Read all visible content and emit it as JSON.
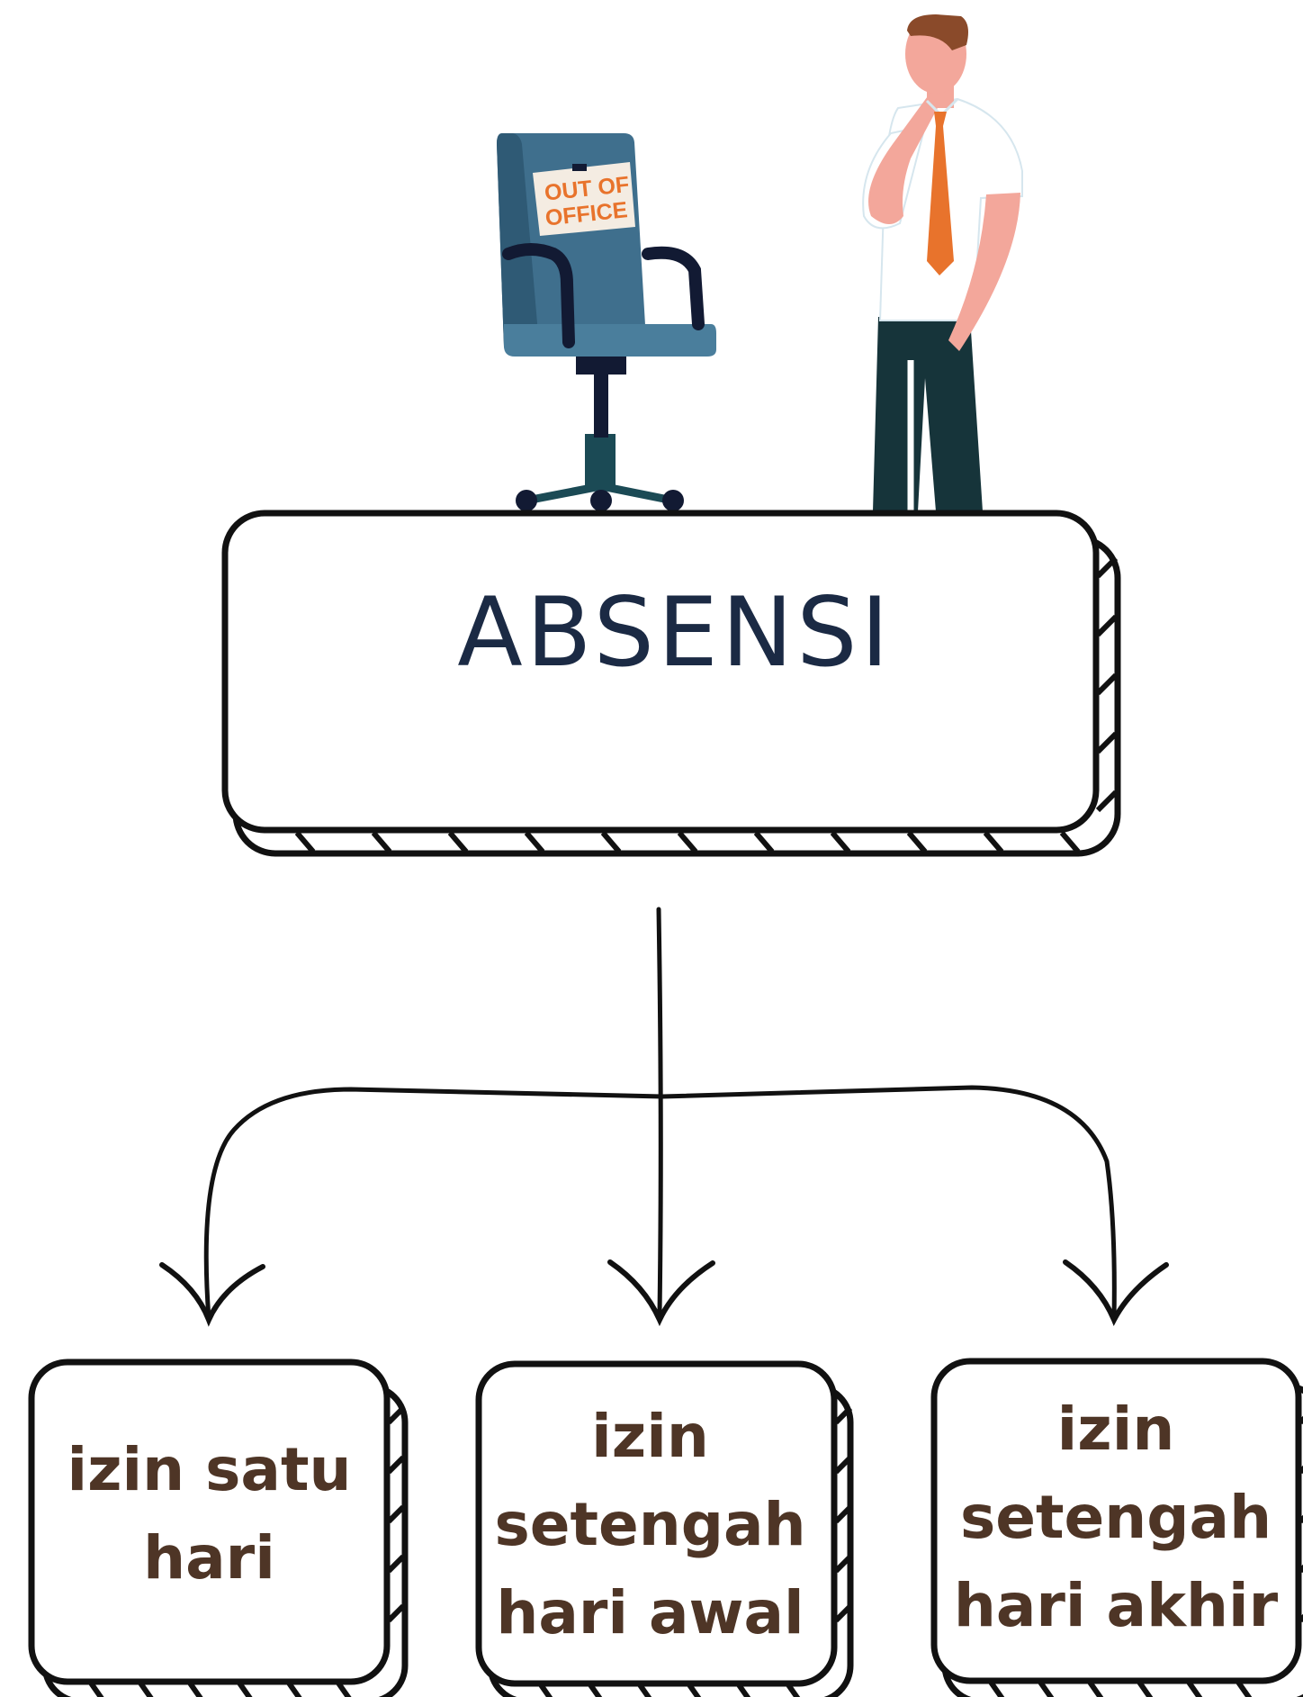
{
  "main": {
    "title": "ABSENSI",
    "sign_line1": "OUT OF",
    "sign_line2": "OFFICE"
  },
  "options": [
    {
      "line1": "izin satu",
      "line2": "hari"
    },
    {
      "line1": "izin",
      "line2": "setengah",
      "line3": "hari awal"
    },
    {
      "line1": "izin",
      "line2": "setengah",
      "line3": "hari akhir"
    }
  ],
  "colors": {
    "title": "#1b2a44",
    "options_text": "#4e3526",
    "chair": "#3f6f8d",
    "tie": "#e8732c",
    "trousers": "#16343a",
    "hair": "#8a4a2a",
    "skin": "#f3a79b"
  }
}
